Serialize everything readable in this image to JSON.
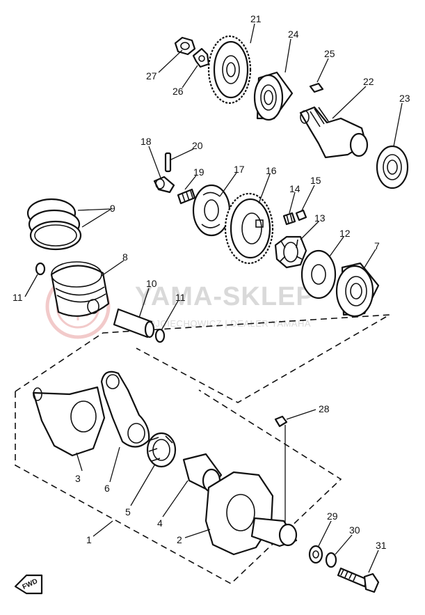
{
  "watermark": {
    "title": "YAMA-SKLEP",
    "subtitle": "WOJCIECHOWICZ | DEALER YAMAHA",
    "logo_color": "#e8a0a0",
    "text_color": "#d9d9d9"
  },
  "fwd_badge": "FWD",
  "callouts": [
    "21",
    "24",
    "25",
    "27",
    "26",
    "22",
    "23",
    "18",
    "20",
    "19",
    "17",
    "16",
    "14",
    "15",
    "9",
    "13",
    "8",
    "12",
    "7",
    "11",
    "10",
    "11",
    "28",
    "3",
    "6",
    "5",
    "4",
    "2",
    "1",
    "29",
    "30",
    "31"
  ]
}
